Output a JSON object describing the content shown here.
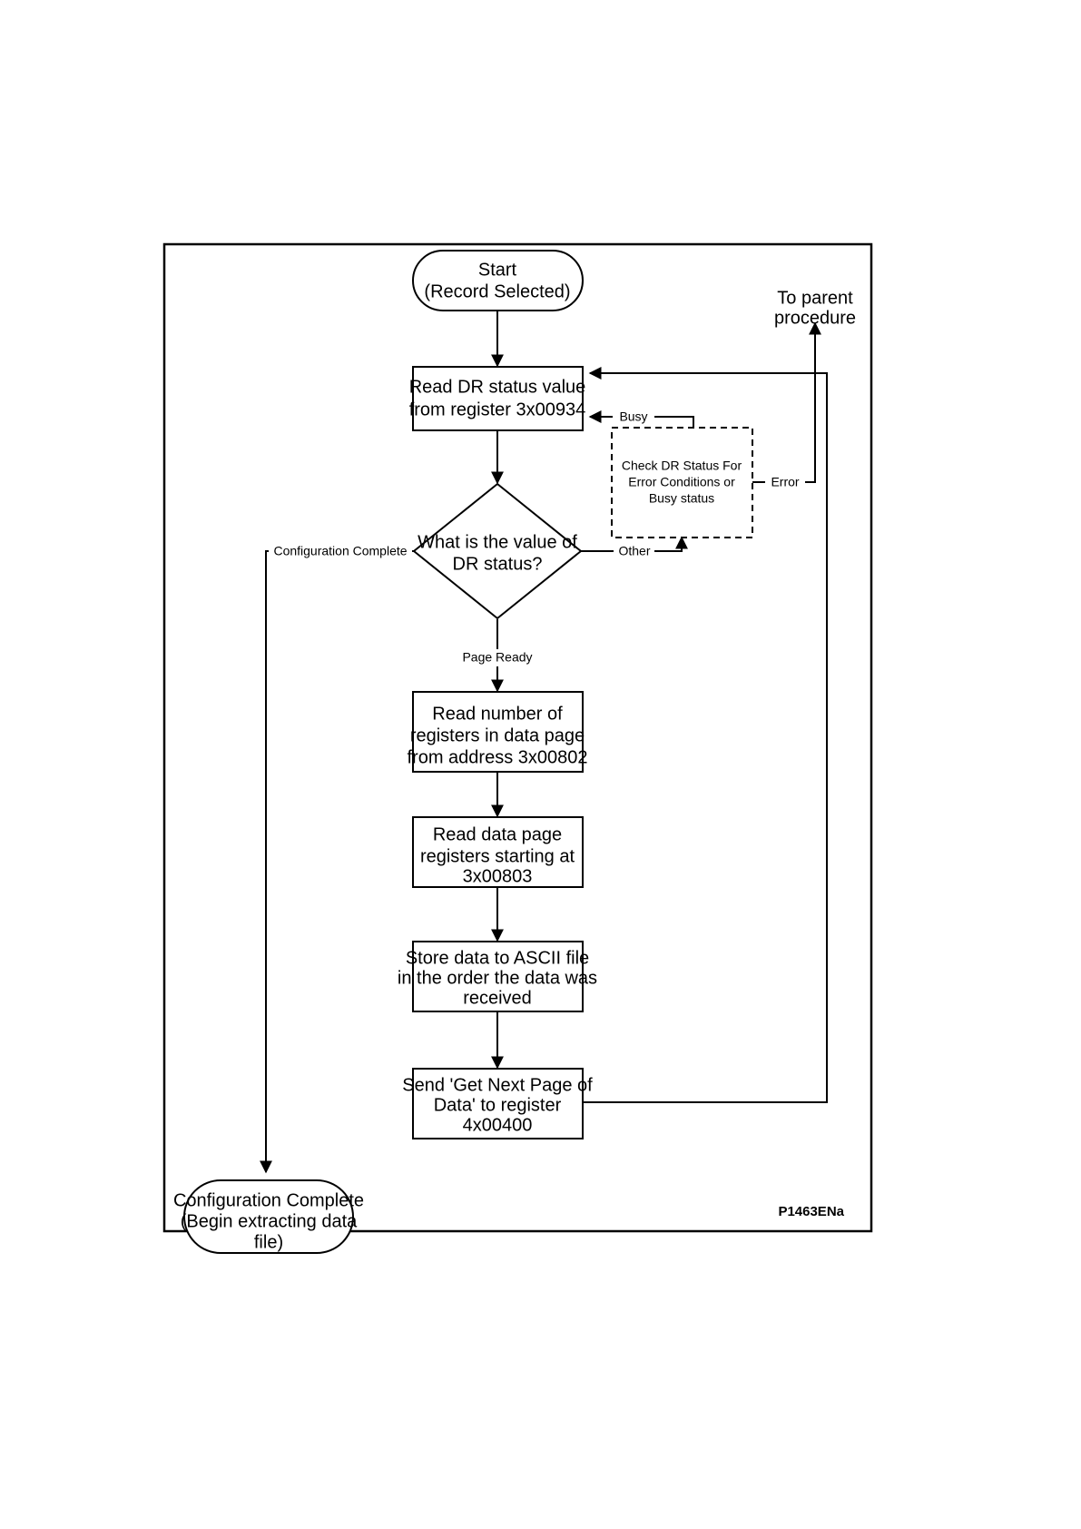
{
  "figure": {
    "id_label": "P1463ENa",
    "type": "flowchart"
  },
  "nodes": {
    "start": {
      "shape": "terminator",
      "lines": [
        "Start",
        "(Record Selected)"
      ]
    },
    "read_status": {
      "shape": "process",
      "lines": [
        "Read DR status value",
        "from register 3x00934"
      ]
    },
    "check_dr": {
      "shape": "process-dashed",
      "lines": [
        "Check DR Status For",
        "Error Conditions or",
        "Busy status"
      ]
    },
    "decision": {
      "shape": "decision",
      "lines": [
        "What is the value of",
        "DR status?"
      ]
    },
    "read_count": {
      "shape": "process",
      "lines": [
        "Read number of",
        "registers in data page",
        "from address 3x00802"
      ]
    },
    "read_page": {
      "shape": "process",
      "lines": [
        "Read data page",
        "registers starting at",
        "3x00803"
      ]
    },
    "store_data": {
      "shape": "process",
      "lines": [
        "Store data to ASCII file",
        "in the order the data was",
        "received"
      ]
    },
    "send_next": {
      "shape": "process",
      "lines": [
        "Send 'Get Next Page of",
        "Data' to register",
        "4x00400"
      ]
    },
    "end": {
      "shape": "terminator",
      "lines": [
        "Configuration Complete",
        "(Begin extracting data",
        "file)"
      ]
    }
  },
  "edge_labels": {
    "busy": "Busy",
    "error": "Error",
    "other": "Other",
    "page_ready": "Page Ready",
    "configuration_complete": "Configuration Complete"
  },
  "annotations": {
    "to_parent_line1": "To parent",
    "to_parent_line2": "procedure"
  },
  "colors": {
    "stroke": "#000000",
    "fill": "#ffffff",
    "background": "#ffffff"
  }
}
